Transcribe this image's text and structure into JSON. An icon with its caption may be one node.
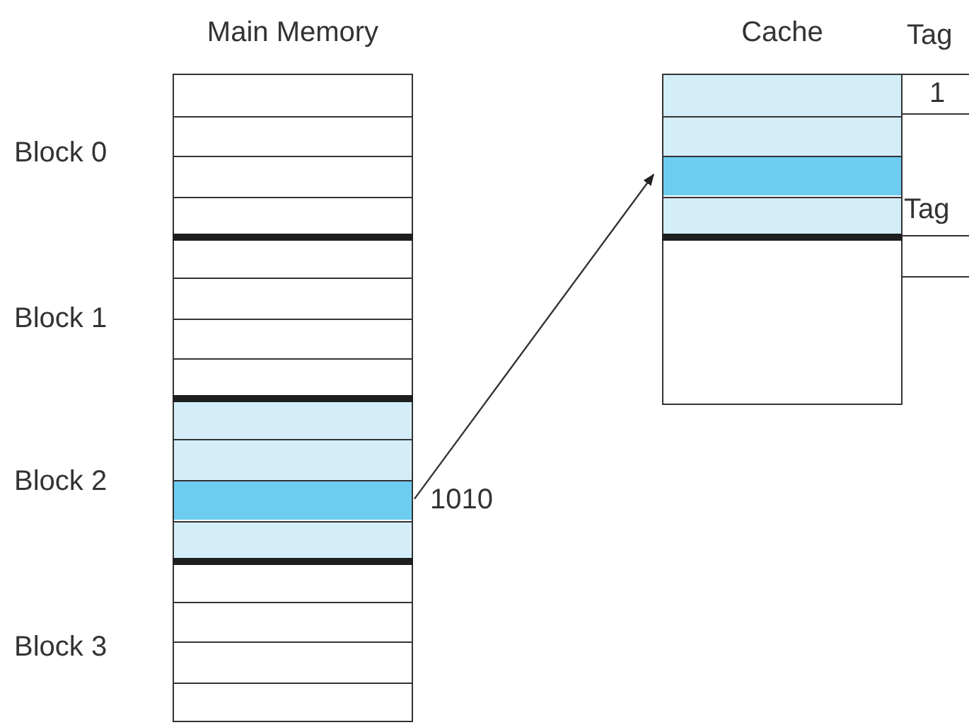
{
  "diagram": {
    "nodes": [
      {
        "text": [
          "Main Memory"
        ]
      },
      {
        "text": [],
        "shape": "bar",
        "in": 0,
        "beside": [
          "1010"
        ]
      },
      {
        "text": [
          "Cache"
        ]
      },
      {
        "text": [],
        "shape": "bar",
        "in": 2
      }
    ],
    "edges": [
      {
        "from": 1,
        "to": 3,
        "arrow": "to"
      }
    ],
    "labels": [
      "Tag",
      "1",
      "Block 0",
      "Tag",
      "Block 1",
      "Block 2",
      "Block 3"
    ]
  }
}
